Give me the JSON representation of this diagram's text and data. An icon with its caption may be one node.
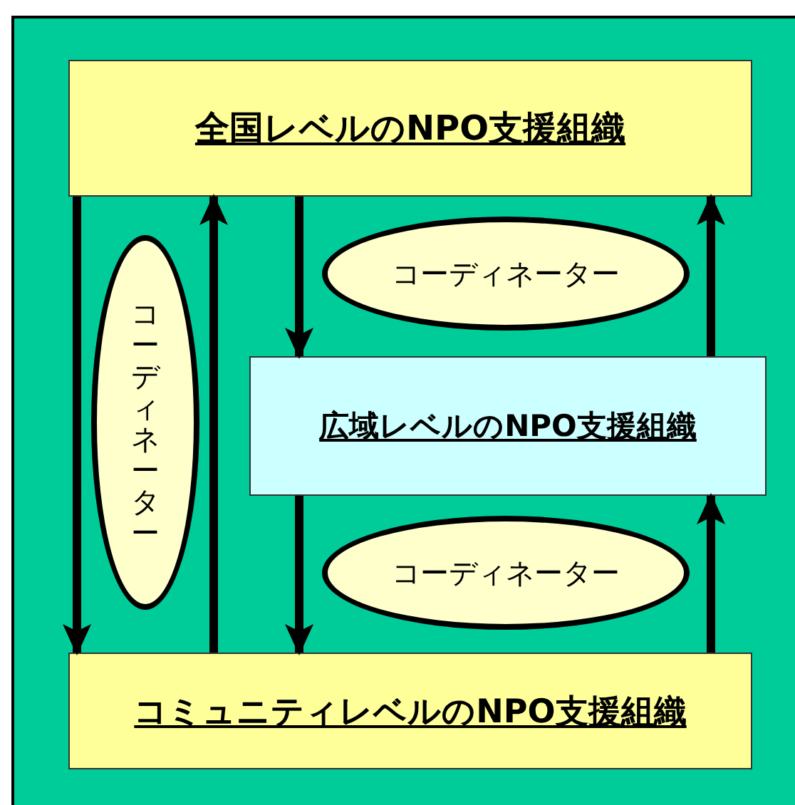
{
  "diagram": {
    "nodes": [
      {
        "text": [],
        "shape": "box"
      },
      {
        "text": [
          "全国レベルのNPO支援組織"
        ],
        "in": 0
      },
      {
        "text": [
          "広域レベルのNPO支援組織"
        ],
        "in": 0
      },
      {
        "text": [
          "コミュニティレベルのNPO支援組織"
        ],
        "in": 0
      },
      {
        "text": [
          "コーディネーター"
        ],
        "in": 0
      },
      {
        "text": [
          "コーディネーター"
        ],
        "in": 0
      },
      {
        "text": [
          "コーディネーター"
        ],
        "in": 0
      }
    ],
    "edges": [
      {
        "from": 1,
        "to": 3,
        "arrow": "to"
      },
      {
        "from": 3,
        "to": 1,
        "arrow": "to"
      },
      {
        "from": 1,
        "to": 2,
        "arrow": "to"
      },
      {
        "from": 2,
        "to": 1,
        "arrow": "to"
      },
      {
        "from": 2,
        "to": 3,
        "arrow": "to"
      },
      {
        "from": 3,
        "to": 2,
        "arrow": "to"
      }
    ]
  }
}
